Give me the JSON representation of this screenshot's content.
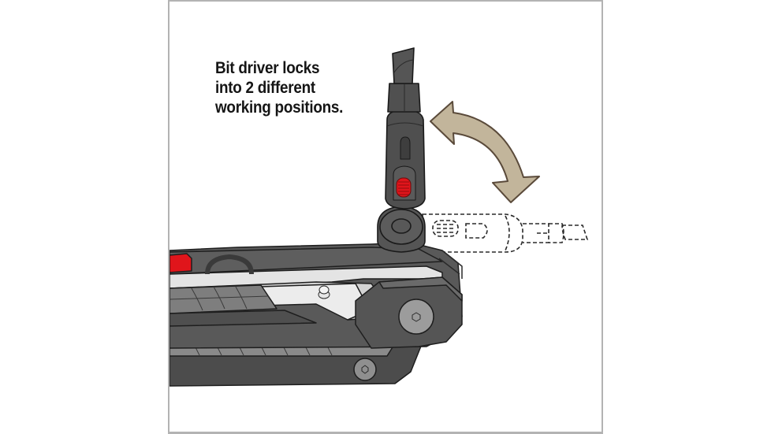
{
  "figure": {
    "caption_lines": [
      "Bit driver locks",
      "into 2 different",
      "working positions."
    ],
    "subject": "multi-tool with folding bit driver",
    "positions": [
      "upright (locked)",
      "folded / in-line (dashed outline)"
    ],
    "colors": {
      "frame_border": "#b3b3b3",
      "tool_dark": "#4a4a4a",
      "tool_mid": "#6b6b6b",
      "tool_light": "#9a9a9a",
      "liner_light": "#e6e6e6",
      "accent_red": "#e0151b",
      "arrow_fill": "#c2b59b",
      "arrow_stroke": "#5a4a3a"
    },
    "icons": [
      "curved-double-arrow-icon",
      "hex-screw-icon"
    ]
  }
}
